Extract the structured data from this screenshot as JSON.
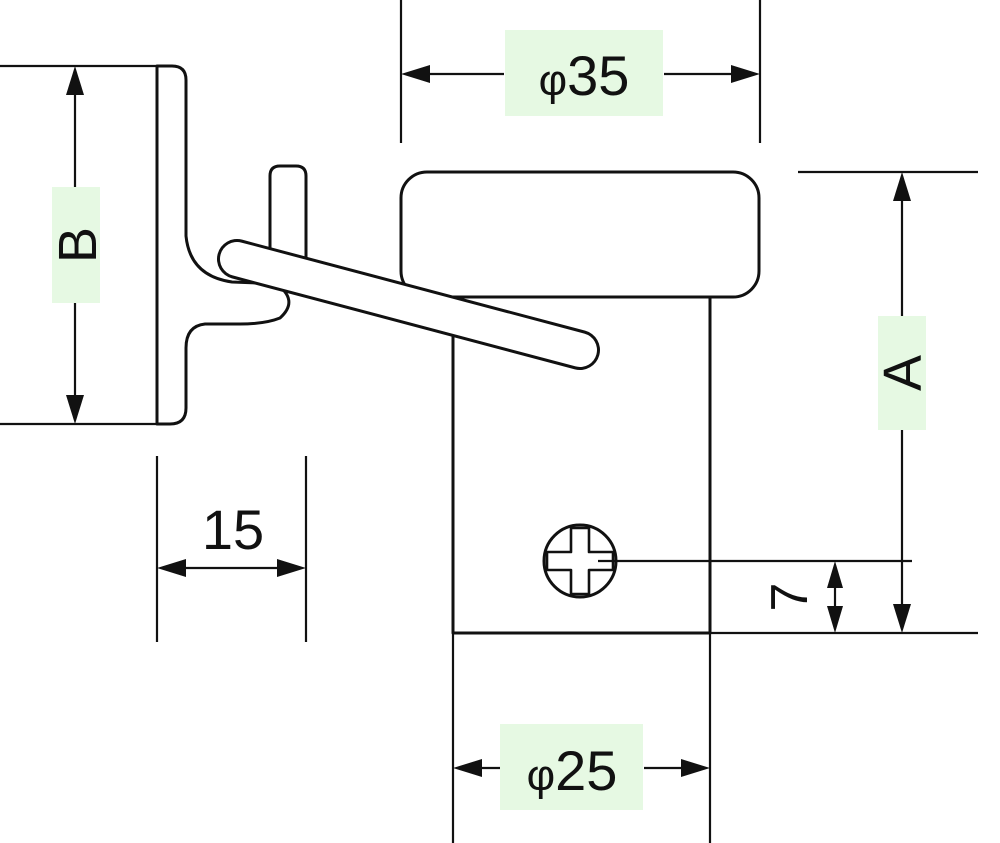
{
  "colors": {
    "line": "#111111",
    "label_highlight": "#e6f9e3",
    "background": "#ffffff"
  },
  "dimensions": {
    "top_diameter": {
      "prefix": "φ",
      "value": "35"
    },
    "bottom_diameter": {
      "prefix": "φ",
      "value": "25"
    },
    "height_a": "A",
    "height_b": "B",
    "offset_15": "15",
    "screw_offset_7": "7"
  },
  "icons": {
    "screw": "phillips-screw-head"
  }
}
